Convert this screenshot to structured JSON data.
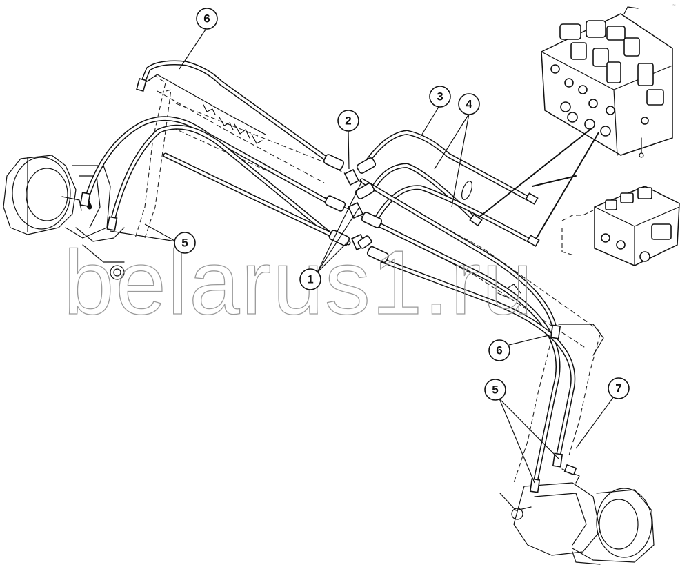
{
  "watermark": "belarus1.ru",
  "corner_mark": "~",
  "callouts": [
    {
      "id": "c1",
      "label": "1"
    },
    {
      "id": "c2",
      "label": "2"
    },
    {
      "id": "c3",
      "label": "3"
    },
    {
      "id": "c4",
      "label": "4"
    },
    {
      "id": "c5a",
      "label": "5"
    },
    {
      "id": "c5b",
      "label": "5"
    },
    {
      "id": "c6a",
      "label": "6"
    },
    {
      "id": "c6b",
      "label": "6"
    },
    {
      "id": "c7",
      "label": "7"
    }
  ],
  "parts": {
    "frame": "loader-frame",
    "left_cylinder": "hydraulic-cylinder-left",
    "right_cylinder": "hydraulic-cylinder-right",
    "main_valve": "hydraulic-distributor-main",
    "aux_valve": "hydraulic-distributor-aux",
    "hoses": "hydraulic-hoses"
  }
}
